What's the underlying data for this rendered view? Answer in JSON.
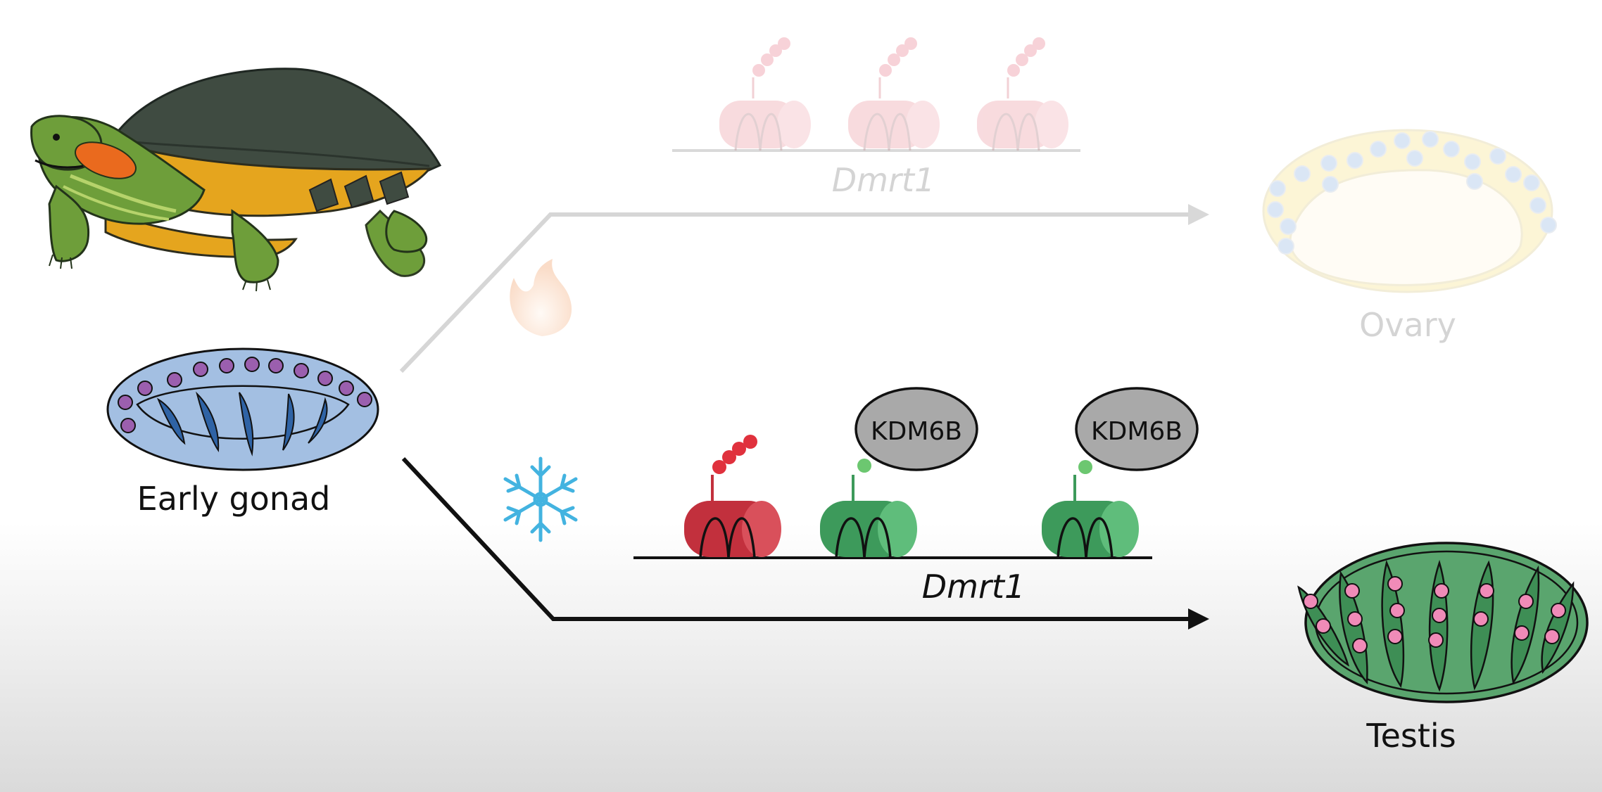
{
  "labels": {
    "early_gonad": "Early gonad",
    "gene_top": "Dmrt1",
    "gene_bottom": "Dmrt1",
    "ovary": "Ovary",
    "testis": "Testis",
    "enzyme_1": "KDM6B",
    "enzyme_2": "KDM6B"
  },
  "colors": {
    "turtle_shell": "#3f4b41",
    "turtle_skin": "#6e9e3a",
    "turtle_stripe": "#b6d36b",
    "turtle_plastron": "#e5a51e",
    "turtle_ear_patch": "#ea6a1e",
    "gonad_fill": "#a3bfe2",
    "gonad_cord": "#2f63a5",
    "germ_cell": "#9b5fae",
    "testis_fill": "#5aa56e",
    "testis_cell": "#f08bb8",
    "ovary_fill": "#fdf7e2",
    "ovary_cell": "#cfdff3",
    "nucleosome_repressed": "#c2303d",
    "nucleosome_active": "#3d9a5b",
    "enzyme": "#a9a9a9",
    "snowflake": "#43b3e0",
    "flame": "#f4b48e",
    "arrow_cold": "#111111",
    "arrow_warm": "#d6d6d6"
  },
  "icons": [
    "turtle-illustration",
    "flame-icon",
    "snowflake-icon",
    "nucleosome-icon",
    "methyl-mark-icon",
    "arrow-icon"
  ]
}
